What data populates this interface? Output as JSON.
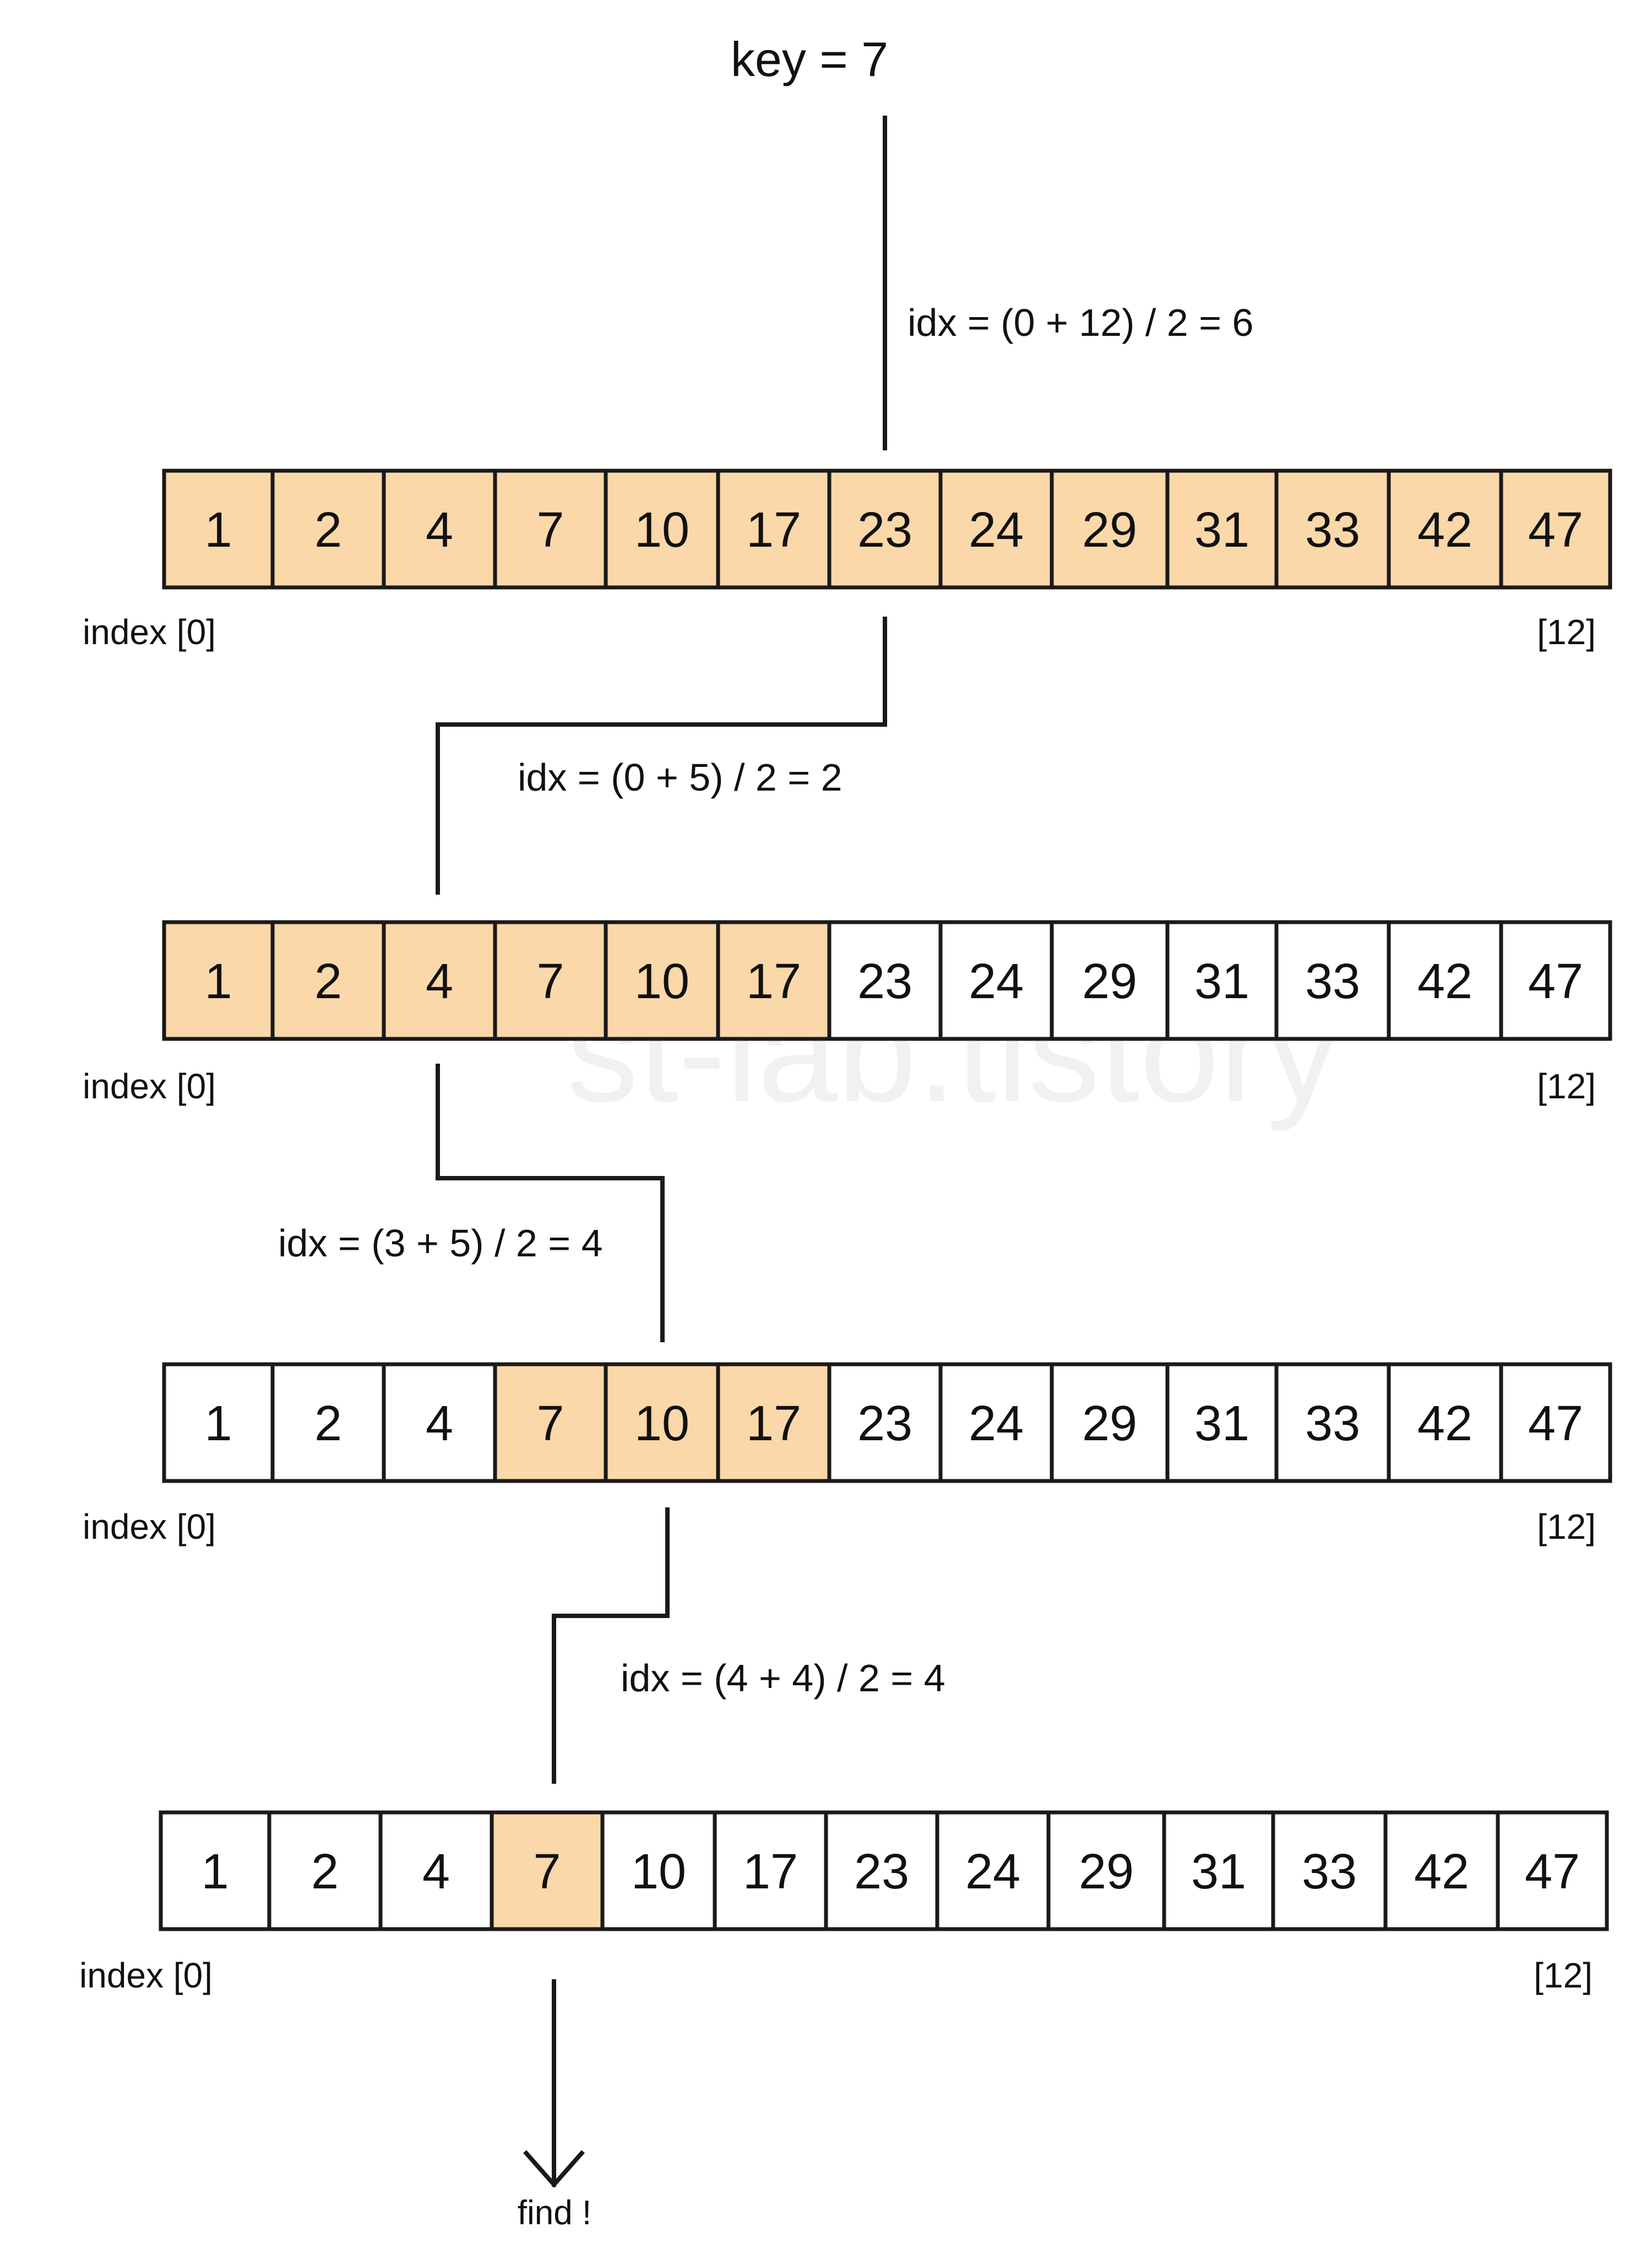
{
  "title": "key = 7",
  "watermark": "st-lab.tistory",
  "highlight_color": "#FAD8A9",
  "cell_color": "#FFFFFF",
  "line_color": "#1A1A1A",
  "arrays": [
    {
      "values": [
        "1",
        "2",
        "4",
        "7",
        "10",
        "17",
        "23",
        "24",
        "29",
        "31",
        "33",
        "42",
        "47"
      ],
      "highlighted": [
        0,
        1,
        2,
        3,
        4,
        5,
        6,
        7,
        8,
        9,
        10,
        11,
        12
      ],
      "left_label": "index [0]",
      "right_label": "[12]"
    },
    {
      "values": [
        "1",
        "2",
        "4",
        "7",
        "10",
        "17",
        "23",
        "24",
        "29",
        "31",
        "33",
        "42",
        "47"
      ],
      "highlighted": [
        0,
        1,
        2,
        3,
        4,
        5
      ],
      "left_label": "index [0]",
      "right_label": "[12]"
    },
    {
      "values": [
        "1",
        "2",
        "4",
        "7",
        "10",
        "17",
        "23",
        "24",
        "29",
        "31",
        "33",
        "42",
        "47"
      ],
      "highlighted": [
        3,
        4,
        5
      ],
      "left_label": "index [0]",
      "right_label": "[12]"
    },
    {
      "values": [
        "1",
        "2",
        "4",
        "7",
        "10",
        "17",
        "23",
        "24",
        "29",
        "31",
        "33",
        "42",
        "47"
      ],
      "highlighted": [
        3
      ],
      "left_label": "index [0]",
      "right_label": "[12]"
    }
  ],
  "steps": [
    {
      "formula": "idx = (0 + 12) / 2  = 6"
    },
    {
      "formula": "idx = (0 + 5) / 2  = 2"
    },
    {
      "formula": "idx = (3 + 5) / 2 = 4"
    },
    {
      "formula": "idx = (4 + 4) / 2  = 4"
    }
  ],
  "result": "find !"
}
